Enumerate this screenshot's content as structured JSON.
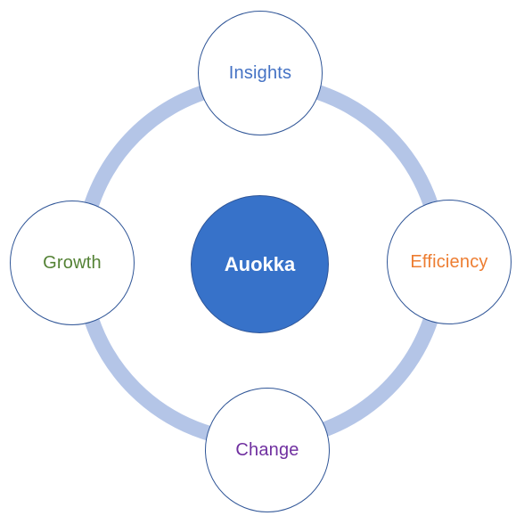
{
  "colors": {
    "ring": "#B4C5E7",
    "node_border": "#2F5597",
    "center_fill": "#3772C9",
    "center_text": "#FFFFFF",
    "insights": "#4472C4",
    "efficiency": "#ED7D31",
    "change": "#7030A0",
    "growth": "#548235"
  },
  "center": {
    "label": "Auokka"
  },
  "nodes": {
    "top": {
      "label": "Insights"
    },
    "right": {
      "label": "Efficiency"
    },
    "bottom": {
      "label": "Change"
    },
    "left": {
      "label": "Growth"
    }
  }
}
